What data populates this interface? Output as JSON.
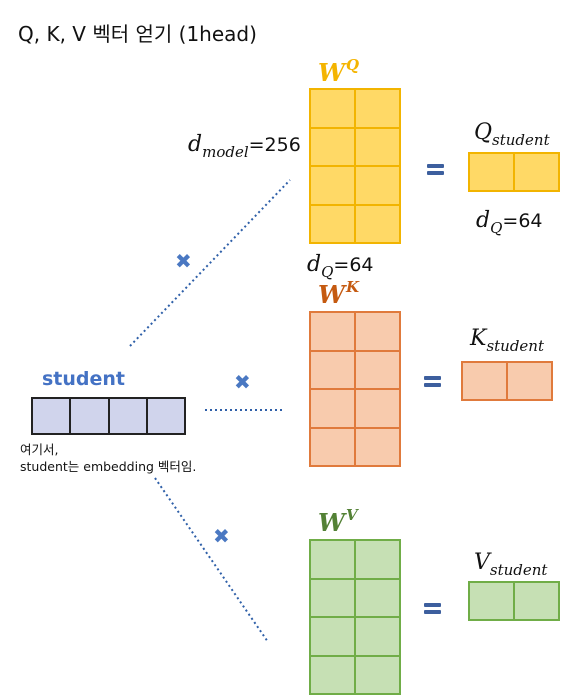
{
  "title": "Q, K, V 벡터 얻기 (1head)",
  "colors": {
    "query_fill": "#ffd966",
    "query_border": "#f2b400",
    "key_fill": "#f8cbad",
    "key_border": "#e07a3c",
    "value_fill": "#c6e0b4",
    "value_border": "#70ad47",
    "student_fill": "#d0d4ec",
    "student_border": "#222222",
    "equals": "#3d5f9e",
    "cross": "#4a78c2",
    "dotted_line": "#2e5fa8",
    "student_label": "#4472c4"
  },
  "weights": {
    "query": {
      "letter": "W",
      "sup": "Q",
      "color": "#f4b400"
    },
    "key": {
      "letter": "W",
      "sup": "K",
      "color": "#c55a11"
    },
    "value": {
      "letter": "W",
      "sup": "V",
      "color": "#538135"
    }
  },
  "dims": {
    "d_model": {
      "symbol": "d",
      "sub": "model",
      "value": "=256"
    },
    "d_q_below_matrix": {
      "symbol": "d",
      "sub": "Q",
      "value": "=64"
    },
    "d_q_below_vector": {
      "symbol": "d",
      "sub": "Q",
      "value": "=64"
    }
  },
  "outputs": {
    "query": {
      "symbol": "Q",
      "sub": "student"
    },
    "key": {
      "symbol": "K",
      "sub": "student"
    },
    "value": {
      "symbol": "V",
      "sub": "student"
    }
  },
  "input": {
    "label": "student",
    "note_line1": "여기서,",
    "note_line2": "student는 embedding 벡터임."
  },
  "operators": {
    "cross": "✖"
  }
}
